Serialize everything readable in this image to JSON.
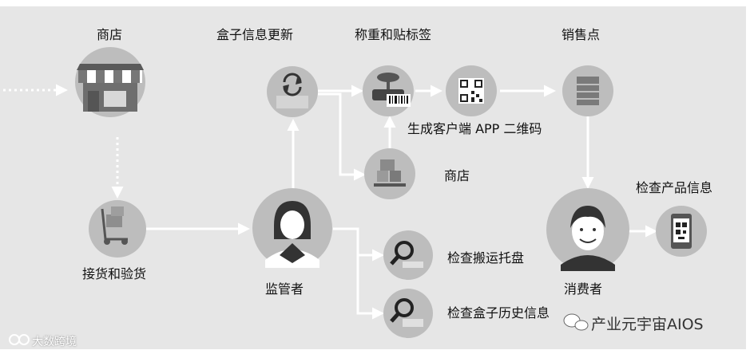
{
  "labels": {
    "store_top": "商店",
    "box_update": "盒子信息更新",
    "weigh_label": "称重和贴标签",
    "point_of_sale": "销售点",
    "qr_app": "生成客户端 APP 二维码",
    "store_mid": "商店",
    "check_product": "检查产品信息",
    "receive_inspect": "接货和验货",
    "supervisor": "监管者",
    "check_pallet": "检查搬运托盘",
    "check_history": "检查盒子历史信息",
    "consumer": "消费者"
  },
  "watermarks": {
    "left": "大数跨境",
    "right": "产业元宇宙AIOS"
  },
  "colors": {
    "panel": "#e6e6e6",
    "circle": "#bdbdbd",
    "arrow": "#ffffff",
    "text": "#111111"
  }
}
